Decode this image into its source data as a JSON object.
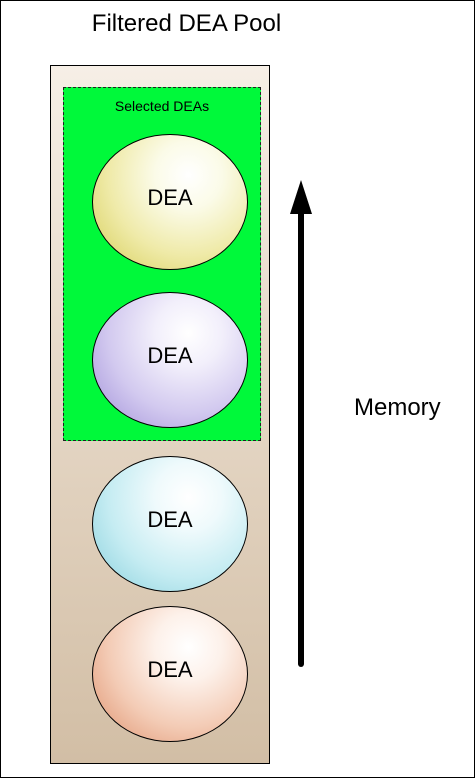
{
  "title": "Filtered DEA Pool",
  "selected_group": {
    "label": "Selected DEAs"
  },
  "deas": [
    {
      "label": "DEA",
      "color": "#e3dc7a",
      "selected": true
    },
    {
      "label": "DEA",
      "color": "#b3a5e3",
      "selected": true
    },
    {
      "label": "DEA",
      "color": "#a5dde6",
      "selected": false
    },
    {
      "label": "DEA",
      "color": "#e9ad8f",
      "selected": false
    }
  ],
  "axis": {
    "label": "Memory",
    "direction": "up"
  },
  "colors": {
    "selected_background": "#00f93a",
    "pool_background": "#e6d8c7"
  }
}
